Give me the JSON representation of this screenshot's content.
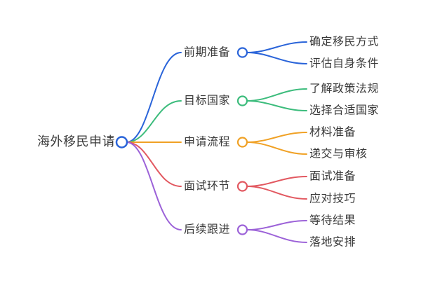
{
  "colors": {
    "text": "#3a3a3a",
    "background": "#ffffff",
    "blue": "#2a64d9",
    "green": "#3cbc7c",
    "orange": "#f0a125",
    "red": "#e25860",
    "purple": "#9c62d8"
  },
  "mindmap": {
    "root": {
      "label": "海外移民申请",
      "color": "#2a64d9"
    },
    "branches": [
      {
        "label": "前期准备",
        "color": "#2a64d9",
        "children": [
          {
            "label": "确定移民方式"
          },
          {
            "label": "评估自身条件"
          }
        ]
      },
      {
        "label": "目标国家",
        "color": "#3cbc7c",
        "children": [
          {
            "label": "了解政策法规"
          },
          {
            "label": "选择合适国家"
          }
        ]
      },
      {
        "label": "申请流程",
        "color": "#f0a125",
        "children": [
          {
            "label": "材料准备"
          },
          {
            "label": "递交与审核"
          }
        ]
      },
      {
        "label": "面试环节",
        "color": "#e25860",
        "children": [
          {
            "label": "面试准备"
          },
          {
            "label": "应对技巧"
          }
        ]
      },
      {
        "label": "后续跟进",
        "color": "#9c62d8",
        "children": [
          {
            "label": "等待结果"
          },
          {
            "label": "落地安排"
          }
        ]
      }
    ]
  }
}
